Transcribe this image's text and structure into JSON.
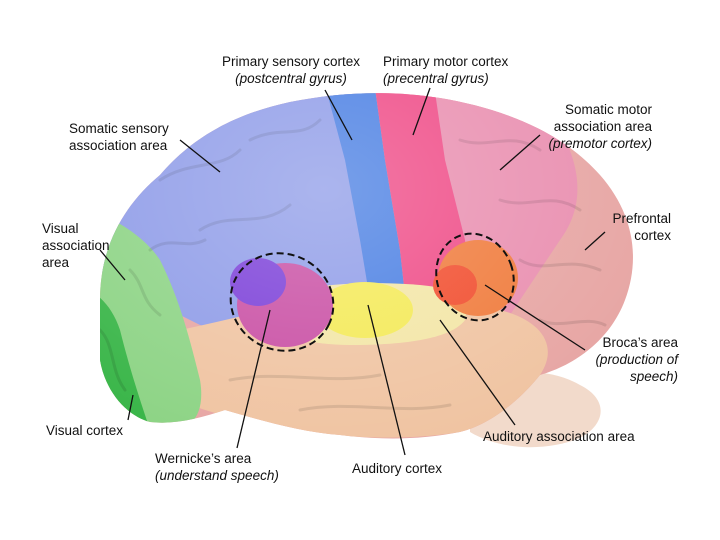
{
  "labels": {
    "primary_sensory": {
      "title": "Primary sensory cortex",
      "sub": "(postcentral gyrus)"
    },
    "primary_motor": {
      "title": "Primary motor cortex",
      "sub": "(precentral gyrus)"
    },
    "somatic_sensory_assoc": {
      "line1": "Somatic sensory",
      "line2": "association area"
    },
    "somatic_motor_assoc": {
      "line1": "Somatic motor",
      "line2": "association area",
      "sub": "(premotor cortex)"
    },
    "visual_assoc": {
      "line1": "Visual",
      "line2": "association",
      "line3": "area"
    },
    "prefrontal": {
      "line1": "Prefrontal",
      "line2": "cortex"
    },
    "broca": {
      "title": "Broca’s area",
      "sub1": "(production of",
      "sub2": "speech)"
    },
    "visual_cortex": {
      "title": "Visual cortex"
    },
    "auditory_assoc": {
      "title": "Auditory association area"
    },
    "wernicke": {
      "title": "Wernicke’s area",
      "sub": "(understand speech)"
    },
    "auditory_cortex": {
      "title": "Auditory cortex"
    }
  },
  "region_colors": {
    "parietal": "#8f9ce8",
    "sensory_strip": "#4a7fe3",
    "motor_strip": "#ef4a86",
    "premotor": "#e98fb0",
    "frontal": "#e7a6a4",
    "occipital_assoc": "#8ed486",
    "visual_cortex": "#3bb64a",
    "temporal": "#f0c4a2",
    "auditory_cortex": "#f4ea57",
    "auditory_assoc": "#f3e6a6",
    "wernicke": "#c94fa4",
    "wernicke_core": "#7b3fd8",
    "broca": "#f07b3c",
    "broca_core": "#f14d2e"
  }
}
